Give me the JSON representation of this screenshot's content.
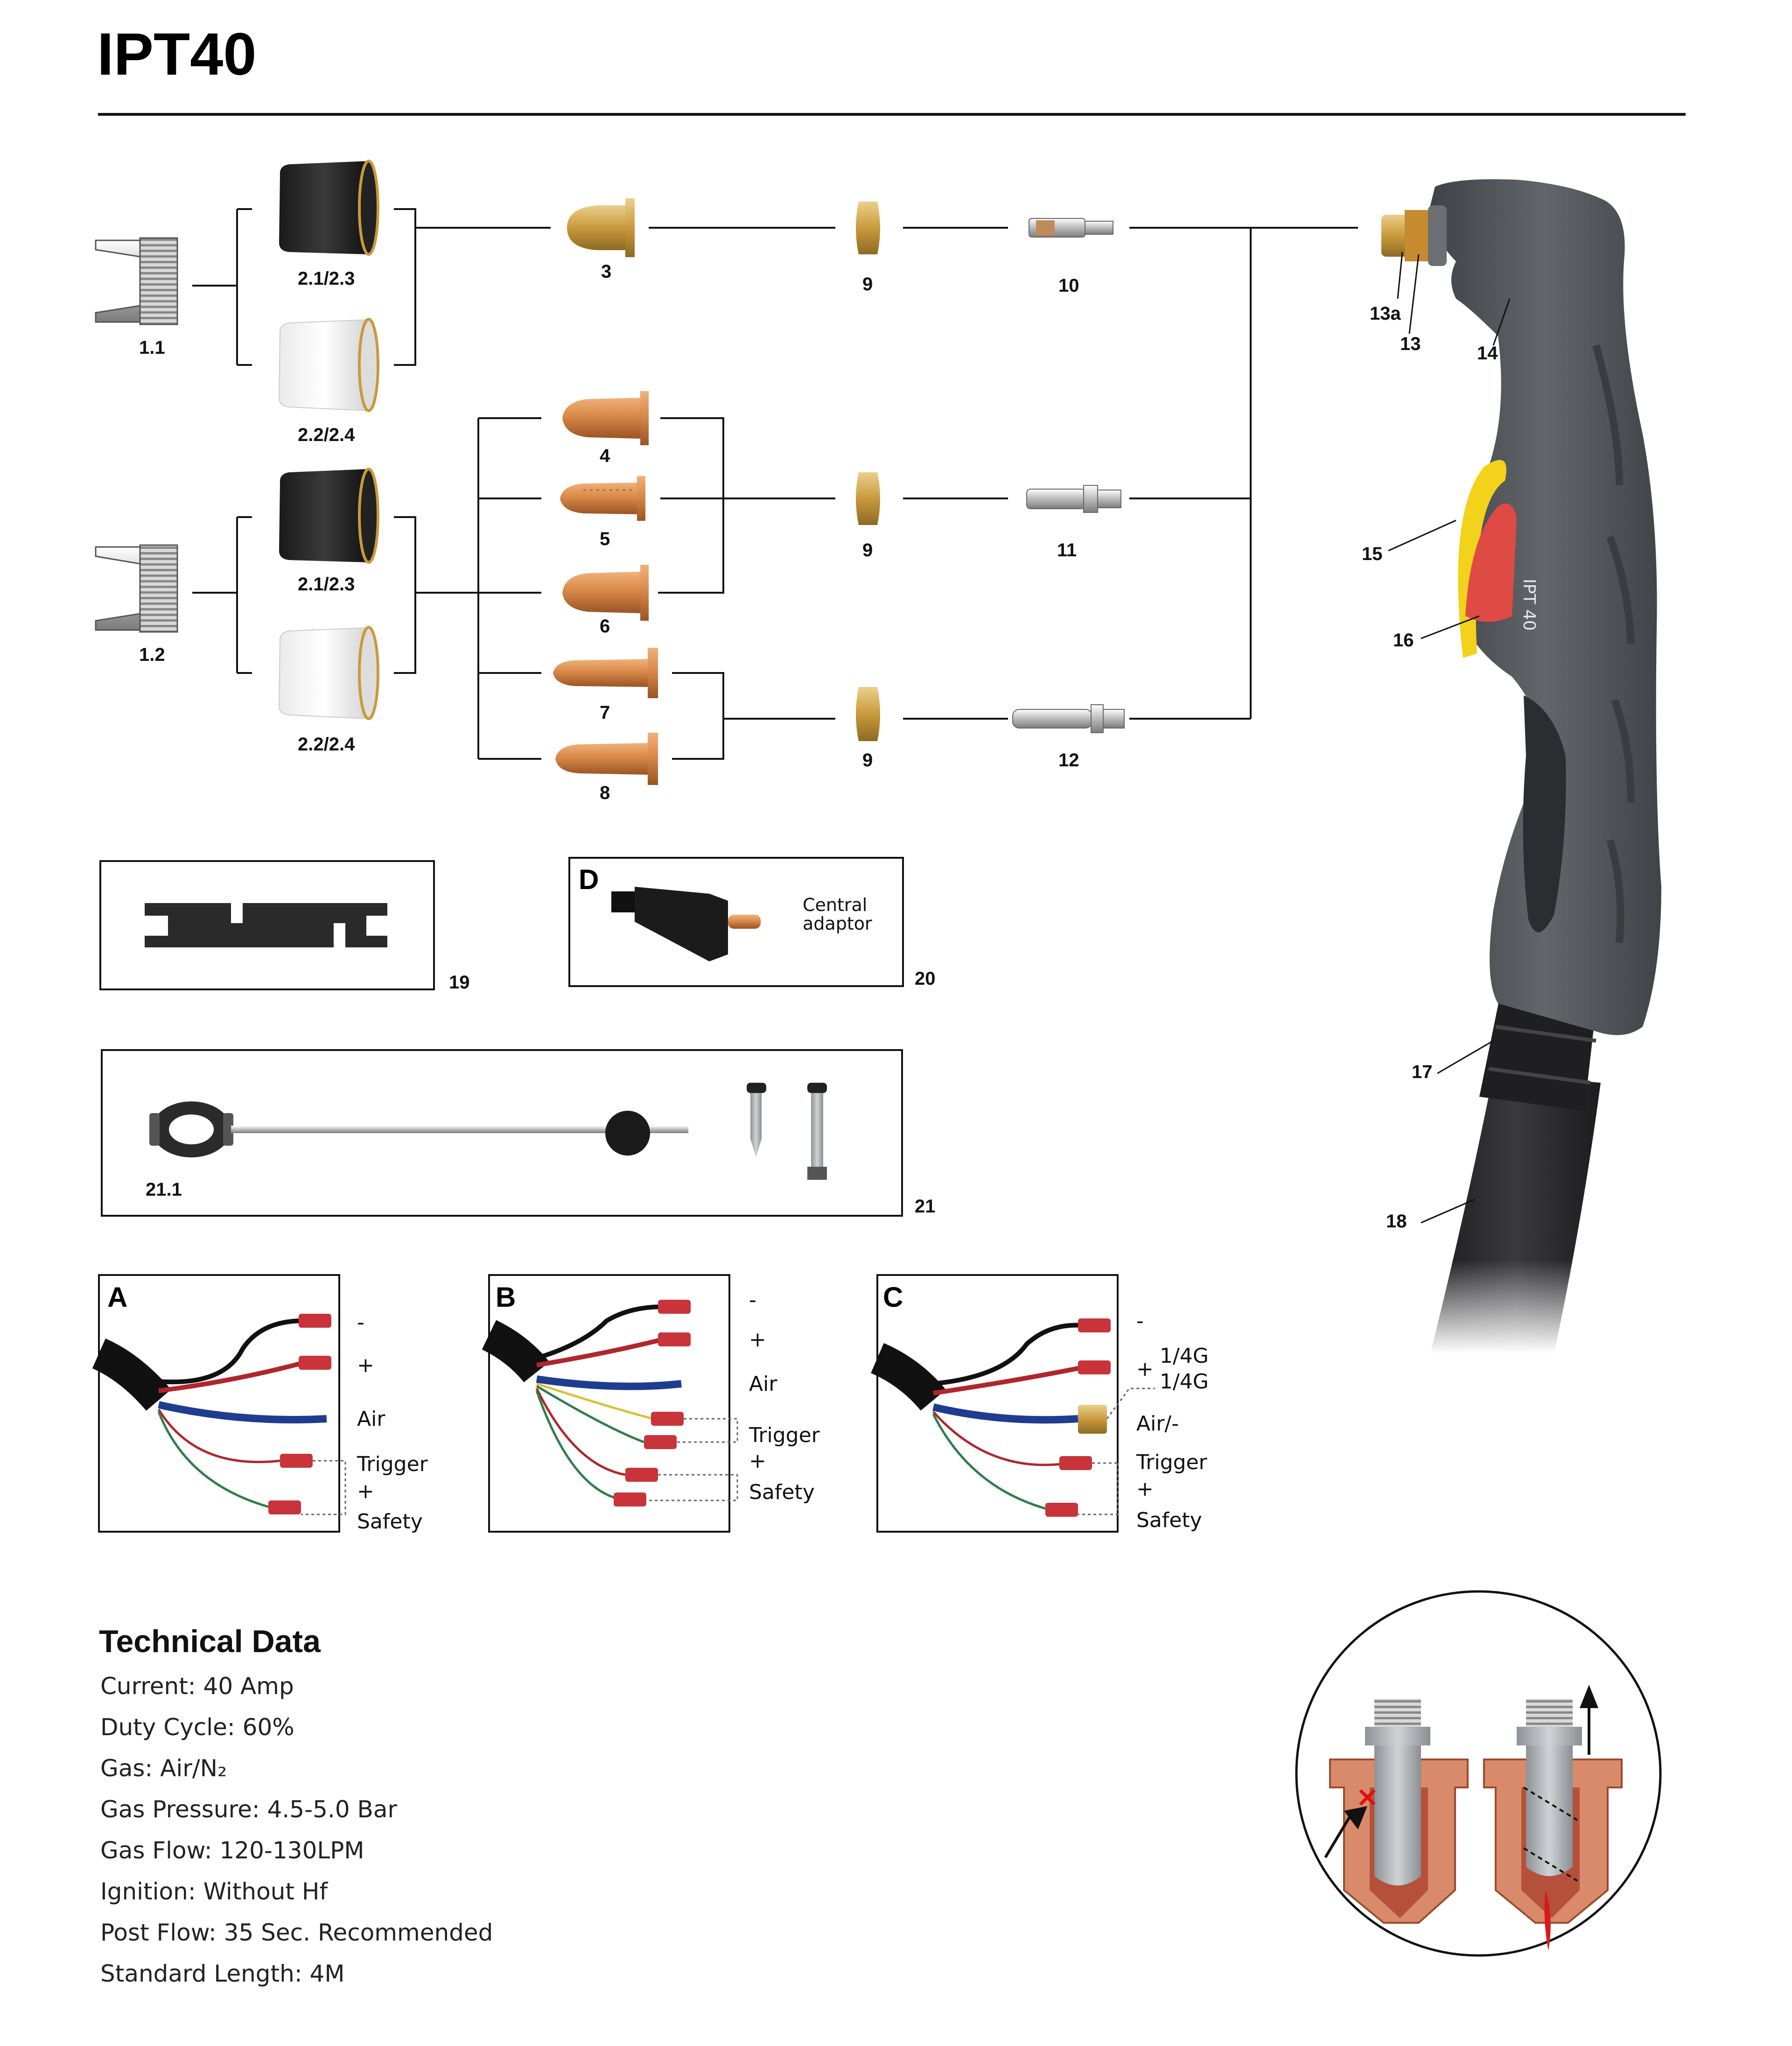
{
  "title": "IPT40",
  "part_labels": {
    "p1_1": "1.1",
    "p1_2": "1.2",
    "p2_top_a": "2.1/2.3",
    "p2_top_b": "2.2/2.4",
    "p2_bot_a": "2.1/2.3",
    "p2_bot_b": "2.2/2.4",
    "p3": "3",
    "p4": "4",
    "p5": "5",
    "p6": "6",
    "p7": "7",
    "p8": "8",
    "p9_a": "9",
    "p9_b": "9",
    "p9_c": "9",
    "p10": "10",
    "p11": "11",
    "p12": "12",
    "p13a": "13a",
    "p13": "13",
    "p14": "14",
    "p15": "15",
    "p16": "16",
    "p17": "17",
    "p18": "18",
    "p19": "19",
    "p20": "20",
    "p21": "21",
    "p21_1": "21.1"
  },
  "torch_marking": "IPT 40",
  "adaptor_box": {
    "letter": "D",
    "line1": "Central",
    "line2": "adaptor"
  },
  "wiring": {
    "A": {
      "letter": "A",
      "minus": "-",
      "plus": "+",
      "air": "Air",
      "trigger": "Trigger",
      "and": "+",
      "safety": "Safety"
    },
    "B": {
      "letter": "B",
      "minus": "-",
      "plus": "+",
      "air": "Air",
      "trigger": "Trigger",
      "and": "+",
      "safety": "Safety"
    },
    "C": {
      "letter": "C",
      "minus": "-",
      "plus": "+",
      "g1": "1/4G",
      "g2": "1/4G",
      "air": "Air/-",
      "trigger": "Trigger",
      "and": "+",
      "safety": "Safety"
    }
  },
  "technical": {
    "heading": "Technical Data",
    "lines": [
      "Current: 40 Amp",
      "Duty Cycle: 60%",
      "Gas: Air/N₂",
      "Gas Pressure: 4.5-5.0 Bar",
      "Gas Flow: 120-130LPM",
      "Ignition: Without Hf",
      "Post Flow: 35 Sec. Recommended",
      "Standard Length: 4M"
    ]
  },
  "colors": {
    "copper": "#d9894a",
    "brass": "#c99a3c",
    "torch_body": "#55585c",
    "trigger_red": "#e04a45",
    "guard_yellow": "#f2d21b",
    "wire_red": "#b0262d",
    "wire_blue": "#1f3d8f",
    "wire_green": "#2f7d4a",
    "wire_yellow": "#d8c23a"
  }
}
